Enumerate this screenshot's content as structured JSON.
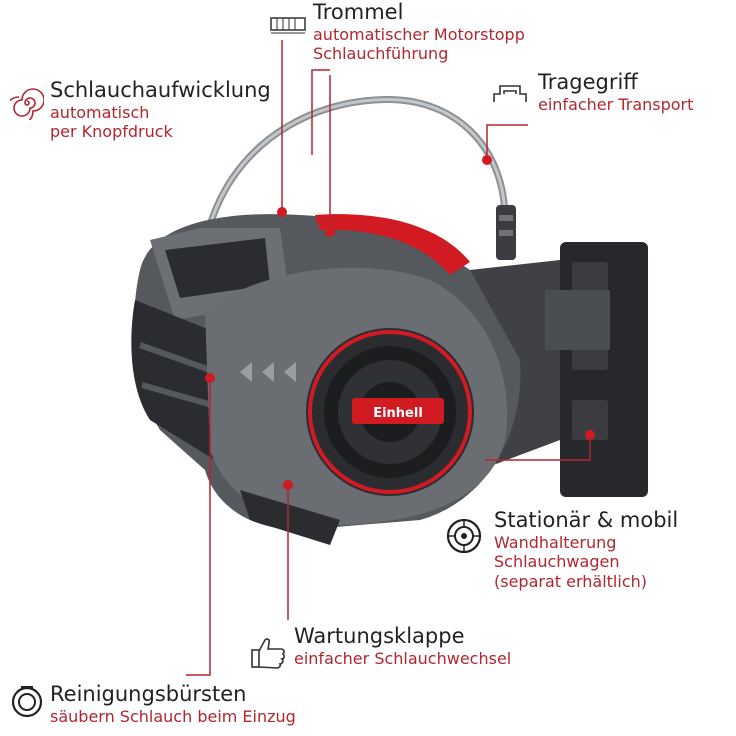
{
  "colors": {
    "accent": "#b3262e",
    "title": "#222222",
    "leader_line": "#b3262e",
    "device_body": "#55585c",
    "device_dark": "#2a2c2f",
    "device_red": "#d11a22"
  },
  "product": {
    "brand_logo": "Einhell"
  },
  "callouts": {
    "trommel": {
      "icon": "drum-icon",
      "title": "Trommel",
      "lines": [
        "automatischer Motorstopp",
        "Schlauchführung"
      ]
    },
    "schlauchaufwicklung": {
      "icon": "spiral-icon",
      "title": "Schlauchaufwicklung",
      "lines": [
        "automatisch",
        "per Knopfdruck"
      ]
    },
    "tragegriff": {
      "icon": "handle-icon",
      "title": "Tragegriff",
      "lines": [
        "einfacher Transport"
      ]
    },
    "stationaer": {
      "icon": "wheel-icon",
      "title": "Stationär & mobil",
      "lines": [
        "Wandhalterung",
        "Schlauchwagen",
        "(separat erhältlich)"
      ]
    },
    "wartungsklappe": {
      "icon": "thumbs-up-icon",
      "title": "Wartungsklappe",
      "lines": [
        "einfacher Schlauchwechsel"
      ]
    },
    "reinigungsbuersten": {
      "icon": "ring-icon",
      "title": "Reinigungsbürsten",
      "lines": [
        "säubern Schlauch beim Einzug"
      ]
    }
  }
}
